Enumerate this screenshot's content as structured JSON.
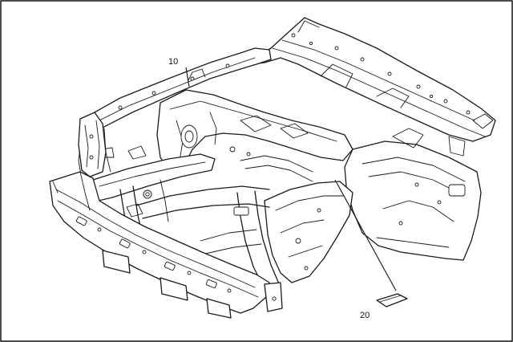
{
  "callouts": [
    {
      "id": "callout-10",
      "label": "10"
    },
    {
      "id": "callout-20",
      "label": "20"
    }
  ],
  "colors": {
    "line": "#1a1a1a",
    "background": "#ffffff",
    "border": "#000000"
  }
}
